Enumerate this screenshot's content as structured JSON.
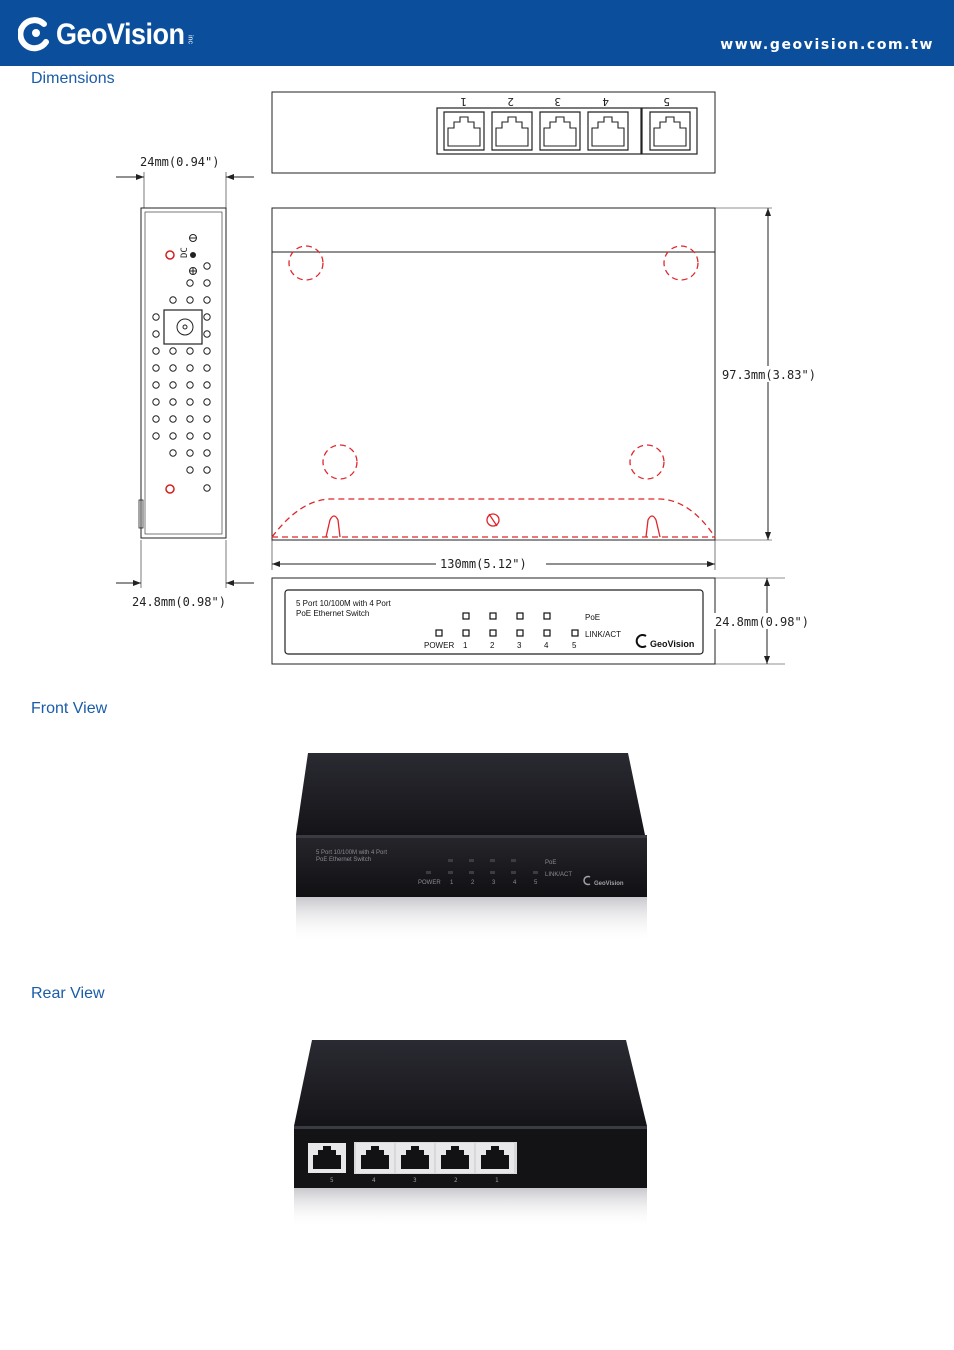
{
  "header": {
    "brand": "GeoVision",
    "brand_suffix": "inc",
    "url": "www.geovision.com.tw"
  },
  "sections": {
    "dimensions": "Dimensions",
    "front": "Front View",
    "rear": "Rear View"
  },
  "drawing": {
    "depth_top": "24mm(0.94\")",
    "depth_bottom": "24.8mm(0.98\")",
    "height": "97.3mm(3.83\")",
    "width": "130mm(5.12\")",
    "front_height": "24.8mm(0.98\")",
    "dc_label": "DC",
    "port_numbers": [
      "1",
      "2",
      "3",
      "4",
      "5"
    ],
    "panel_title_1": "5 Port 10/100M with 4 Port",
    "panel_title_2": "PoE Ethernet Switch",
    "poe_label": "PoE",
    "link_label": "LINK/ACT",
    "power_label": "POWER",
    "led_numbers": [
      "1",
      "2",
      "3",
      "4",
      "5"
    ],
    "panel_brand": "GeoVision"
  },
  "front_photo": {
    "title_1": "5 Port 10/100M with 4 Port",
    "title_2": "PoE Ethernet Switch",
    "poe": "PoE",
    "link": "LINK/ACT",
    "power": "POWER",
    "numbers": [
      "1",
      "2",
      "3",
      "4",
      "5"
    ],
    "brand": "GeoVision"
  },
  "rear_photo": {
    "port_numbers": [
      "5",
      "4",
      "3",
      "2",
      "1"
    ]
  },
  "colors": {
    "header_bg": "#0b4f9c",
    "section_title": "#1a5ca8",
    "dashed_red": "#e0262b",
    "device_body": "#1d1d22"
  }
}
